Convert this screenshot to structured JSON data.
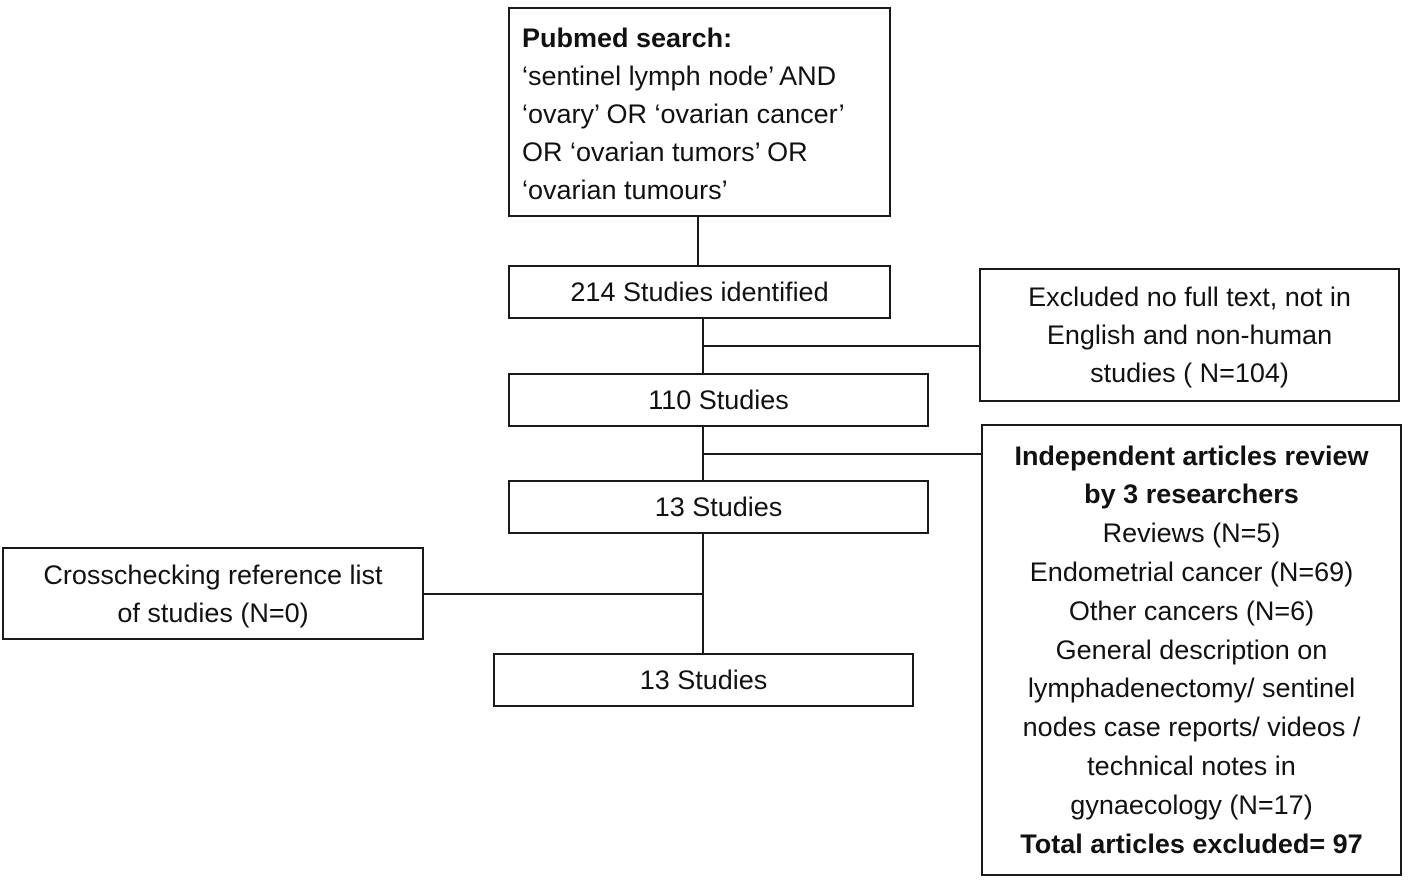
{
  "search": {
    "heading": "Pubmed search:",
    "lines": [
      "‘sentinel lymph node’ AND",
      "‘ovary’ OR ‘ovarian cancer’",
      "OR ‘ovarian tumors’ OR",
      "‘ovarian tumours’"
    ]
  },
  "identified": {
    "label": "214 Studies identified"
  },
  "excluded_first": {
    "lines": [
      "Excluded no full text, not in",
      "English and non-human",
      "studies ( N=104)"
    ]
  },
  "after_exclusion": {
    "label": "110 Studies"
  },
  "review": {
    "heading_lines": [
      "Independent articles review",
      "by 3 researchers"
    ],
    "lines": [
      "Reviews (N=5)",
      "Endometrial cancer (N=69)",
      "Other cancers (N=6)",
      "General description on",
      "lymphadenectomy/ sentinel",
      "nodes case reports/ videos /",
      "technical notes in",
      "gynaecology (N=17)"
    ],
    "total": "Total articles excluded= 97"
  },
  "after_review": {
    "label": "13 Studies"
  },
  "crosscheck": {
    "lines": [
      "Crosschecking reference list",
      "of studies (N=0)"
    ]
  },
  "final": {
    "label": "13 Studies"
  }
}
